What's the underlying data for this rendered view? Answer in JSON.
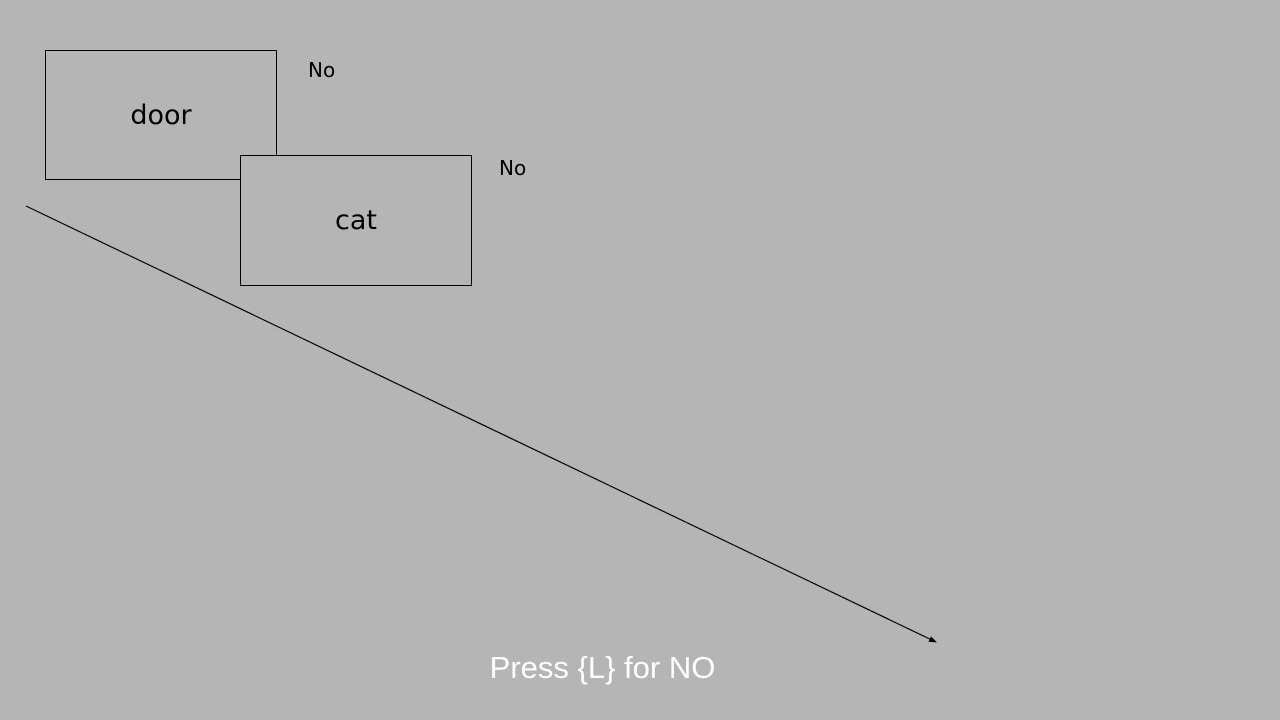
{
  "stimuli": {
    "box_1": {
      "word": "door",
      "response_label": "No"
    },
    "box_2": {
      "word": "cat",
      "response_label": "No"
    }
  },
  "instruction": "Press {L} for NO",
  "colors": {
    "background": "#b5b5b5",
    "instruction_text": "#ffffff",
    "stroke": "#000000"
  }
}
